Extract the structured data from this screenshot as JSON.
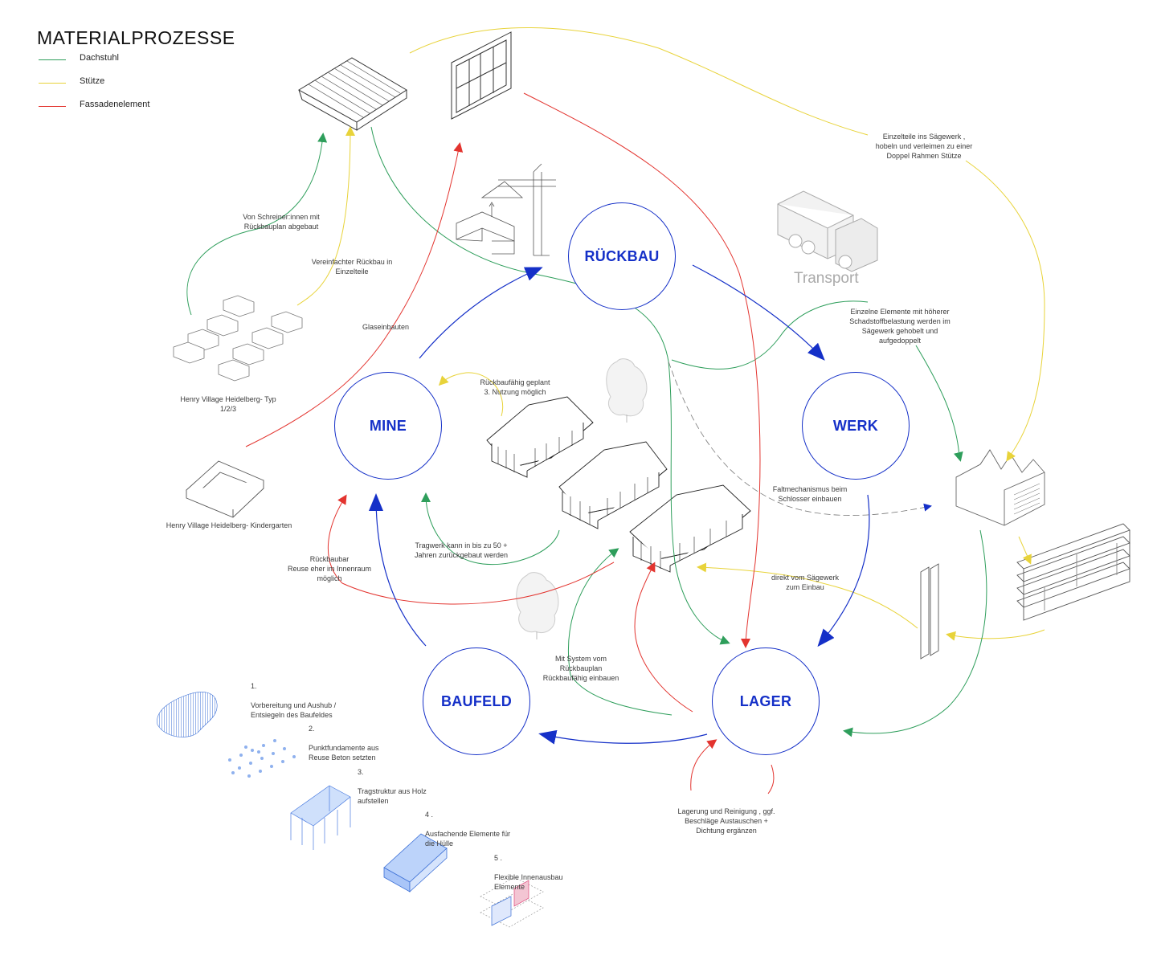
{
  "title": "MATERIALPROZESSE",
  "legend": [
    {
      "label": "Dachstuhl",
      "color": "#2e9e5b"
    },
    {
      "label": "Stütze",
      "color": "#e8d33a"
    },
    {
      "label": "Fassadenelement",
      "color": "#e3342f"
    }
  ],
  "arrow_colors": {
    "green": "#2e9e5b",
    "yellow": "#e8d33a",
    "red": "#e3342f",
    "blue": "#1530c8"
  },
  "nodes": {
    "rueckbau": "RÜCKBAU",
    "mine": "MINE",
    "werk": "WERK",
    "baufeld": "BAUFELD",
    "lager": "LAGER"
  },
  "transport": "Transport",
  "annotations": {
    "einzelteile": "Einzelteile ins Sägewerk ,\nhobeln und verleimen zu einer\nDoppel Rahmen Stütze",
    "schreiner": "Von Schreiner:innen mit\nRückbauplan abgebaut",
    "vereinfacht": "Vereinfachter Rückbau in\nEinzelteile",
    "glas": "Glaseinbauten",
    "henry_typ": "Henry Village Heidelberg- Typ\n1/2/3",
    "henry_kiga": "Henry Village Heidelberg-  Kindergarten",
    "rueckbaufaehig": "Rückbaufähig geplant\n3. Nutzung möglich",
    "einzelne": "Einzelne Elemente mit höherer\nSchadstoffbelastung werden im\nSägewerk gehobelt und\naufgedoppelt",
    "faltmech": "Faltmechanismus beim\nSchlosser einbauen",
    "tragwerk": "Tragwerk kann in bis zu 50 +\nJahren zurückgebaut werden",
    "rueckbaubar": "Rückbaubar\nReuse eher im Innenraum\nmöglich",
    "direkt": "direkt vom Sägewerk\nzum Einbau",
    "mitsystem": "Mit System vom\nRückbauplan\nRückbaufähig einbauen",
    "lagerung": "Lagerung und Reinigung , ggf.\nBeschläge Austauschen +\nDichtung ergänzen"
  },
  "steps": [
    {
      "num": "1.",
      "text": "Vorbereitung und Aushub /\nEntsiegeln des Baufeldes"
    },
    {
      "num": "2.",
      "text": "Punktfundamente aus\nReuse Beton setzten"
    },
    {
      "num": "3.",
      "text": "Tragstruktur aus Holz\naufstellen"
    },
    {
      "num": "4 .",
      "text": "Ausfachende Elemente für\ndie Hülle"
    },
    {
      "num": "5 .",
      "text": "Flexible Innenausbau\nElemente"
    }
  ]
}
